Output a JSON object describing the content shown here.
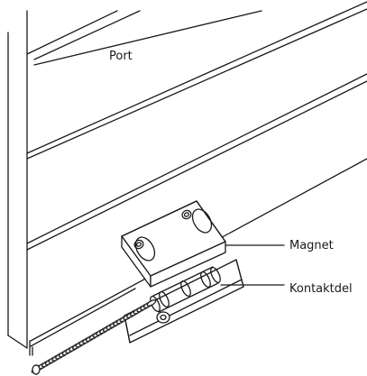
{
  "labels": {
    "port": "Port",
    "magnet": "Magnet",
    "contact_part": "Kontaktdel"
  },
  "colors": {
    "line": "#1a1a1a",
    "background": "#ffffff",
    "cable": "#2a2a2a"
  }
}
